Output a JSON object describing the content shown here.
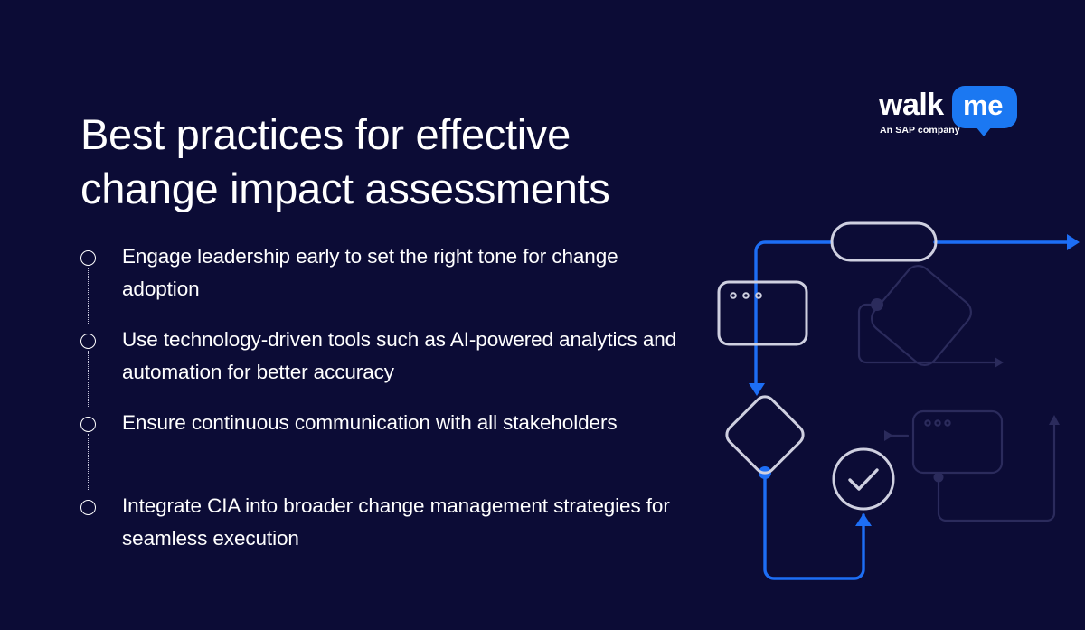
{
  "page": {
    "background_color": "#0c0c36",
    "accent_blue": "#1d6ef5",
    "logo_blue": "#1b78f2",
    "text_color": "#ffffff",
    "muted_line_color": "#2b2b5c"
  },
  "header": {
    "title": "Best practices for effective\nchange impact assessments"
  },
  "logo": {
    "wordmark_primary": "walk",
    "wordmark_secondary": "me",
    "tagline": "An SAP company"
  },
  "bullets": [
    {
      "marker": "circle-outline",
      "text": "Engage leadership early to set the right tone for change adoption"
    },
    {
      "marker": "circle-outline",
      "text": "Use technology-driven tools such as AI-powered analytics and automation for better accuracy"
    },
    {
      "marker": "circle-outline",
      "text": "Ensure continuous communication with all stakeholders"
    },
    {
      "marker": "circle-outline",
      "text": "Integrate CIA into broader change management strategies for seamless execution"
    }
  ],
  "diagram": {
    "description": "Abstract workflow flowchart illustration",
    "nodes": [
      {
        "name": "pill-node",
        "shape": "rounded-pill",
        "emphasis": "bright"
      },
      {
        "name": "window-card-top",
        "shape": "browser-window",
        "dots": 3,
        "emphasis": "bright"
      },
      {
        "name": "decision-diamond",
        "shape": "diamond",
        "emphasis": "bright"
      },
      {
        "name": "check-circle",
        "shape": "circle-check",
        "emphasis": "bright"
      },
      {
        "name": "faded-diamond",
        "shape": "diamond",
        "emphasis": "faded"
      },
      {
        "name": "window-card-bottom",
        "shape": "browser-window",
        "dots": 3,
        "emphasis": "faded"
      }
    ],
    "connectors": [
      {
        "name": "blue-path-main",
        "color": "#1d6ef5",
        "emphasis": "bright"
      },
      {
        "name": "blue-arrow-right",
        "color": "#1d6ef5",
        "emphasis": "bright"
      },
      {
        "name": "blue-arrow-to-check",
        "color": "#1d6ef5",
        "emphasis": "bright"
      },
      {
        "name": "faded-path-diamond",
        "color": "#2b2b5c",
        "emphasis": "faded"
      },
      {
        "name": "faded-path-card",
        "color": "#2b2b5c",
        "emphasis": "faded"
      }
    ]
  }
}
